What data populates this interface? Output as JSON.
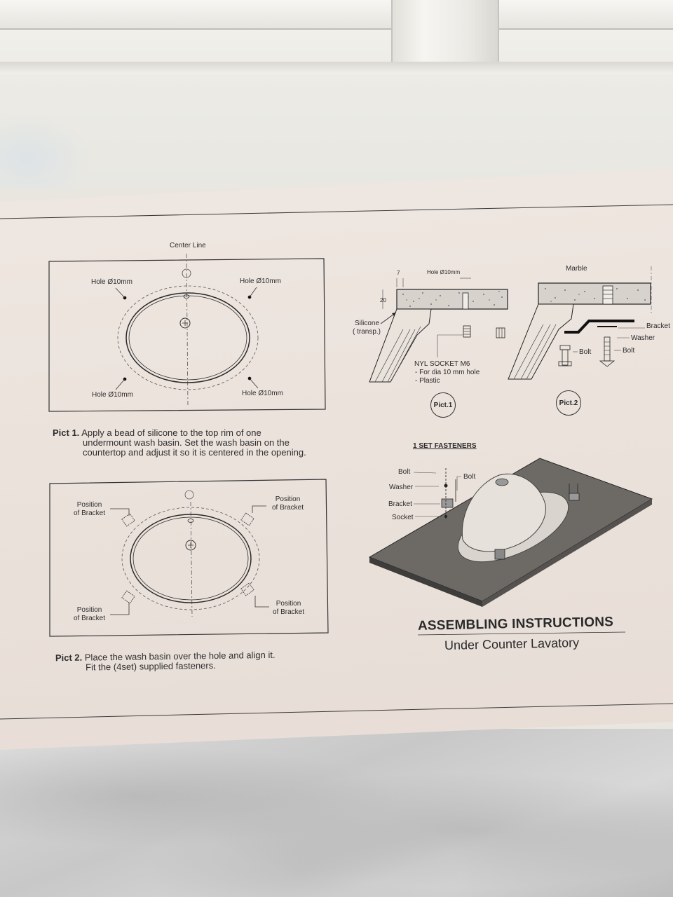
{
  "scene": {
    "colors": {
      "paper": "#ece3dd",
      "ink": "#2b2b2b",
      "marble": "#cfcfcf",
      "window_frame": "#f2f1ec"
    }
  },
  "document": {
    "top_left_drawing": {
      "center_line_label": "Center Line",
      "hole_labels": [
        "Hole Ø10mm",
        "Hole Ø10mm",
        "Hole Ø10mm",
        "Hole Ø10mm"
      ]
    },
    "pict1_caption": {
      "label": "Pict 1.",
      "lines": [
        "Apply a bead of silicone to the top rim of one",
        "undermount wash basin. Set the wash basin on the",
        "countertop and adjust it so it is centered in the opening."
      ]
    },
    "bottom_left_drawing": {
      "bracket_labels": [
        "Position\nof Bracket",
        "Position\nof Bracket",
        "Position\nof Bracket",
        "Position\nof Bracket"
      ]
    },
    "pict2_caption": {
      "label": "Pict 2.",
      "lines": [
        "Place the wash basin over the hole and align it.",
        "Fit the (4set) supplied fasteners."
      ]
    },
    "section_pict1": {
      "hole_label": "Hole Ø10mm",
      "dim_7": "7",
      "dim_20": "20",
      "silicone_label": "Silicone",
      "silicone_sub": "( transp.)",
      "socket_title": "NYL SOCKET M6",
      "socket_line1": "- For dia 10 mm hole",
      "socket_line2": "- Plastic",
      "badge": "Pict.1"
    },
    "section_pict2": {
      "marble_label": "Marble",
      "bracket_label": "Bracket",
      "washer_label": "Washer",
      "bolt_label_1": "Bolt",
      "bolt_label_2": "Bolt",
      "badge": "Pict.2"
    },
    "fasteners": {
      "title": "1 SET FASTENERS",
      "bolt_left": "Bolt",
      "bolt_right": "Bolt",
      "washer": "Washer",
      "bracket": "Bracket",
      "socket": "Socket"
    },
    "heading": {
      "title": "ASSEMBLING INSTRUCTIONS",
      "subtitle": "Under Counter Lavatory"
    }
  }
}
